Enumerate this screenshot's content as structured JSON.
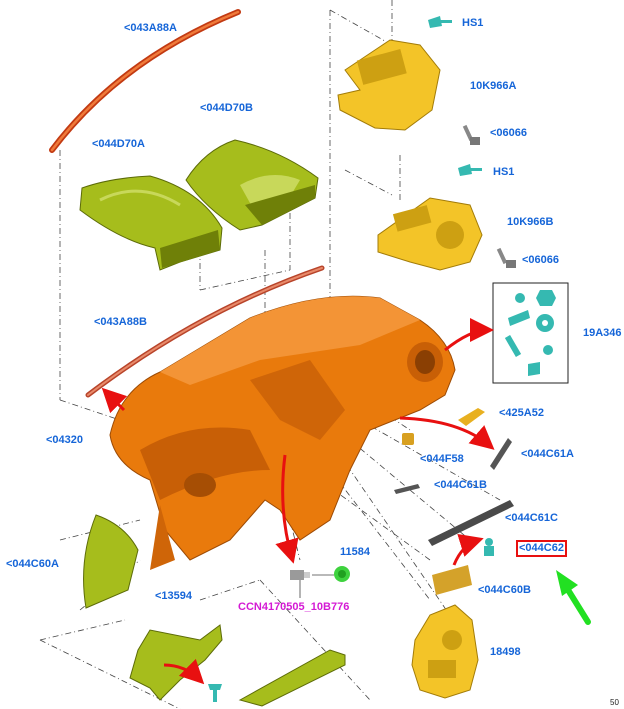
{
  "labels": {
    "p043A88A": "<043A88A",
    "p044D70B": "<044D70B",
    "p044D70A": "<044D70A",
    "p043A88B": "<043A88B",
    "p04320": "<04320",
    "p044C60A": "<044C60A",
    "p13594": "<13594",
    "pCCN": "CCN4170505_10B776",
    "p11584": "11584",
    "p18498": "18498",
    "pHS1a": "HS1",
    "p10K966A": "10K966A",
    "p06066a": "<06066",
    "pHS1b": "HS1",
    "p10K966B": "10K966B",
    "p06066b": "<06066",
    "p19A346": "19A346",
    "p425A52": "<425A52",
    "p044F58": "<044F58",
    "p044C61A": "<044C61A",
    "p044C61B": "<044C61B",
    "p044C61C": "<044C61C",
    "p044C62": "<044C62",
    "p044C60B": "<044C60B",
    "footer": "50"
  },
  "colors": {
    "label": "#1565d8",
    "label_alt": "#d41ad4",
    "highlight_box": "#e81010",
    "arrow_red": "#e81010",
    "arrow_green": "#22e022",
    "dashboard": "#e97a0c",
    "trim_green": "#a6bd1c",
    "bezel_yellow": "#f3c428",
    "fastener_teal": "#35b9b1"
  }
}
